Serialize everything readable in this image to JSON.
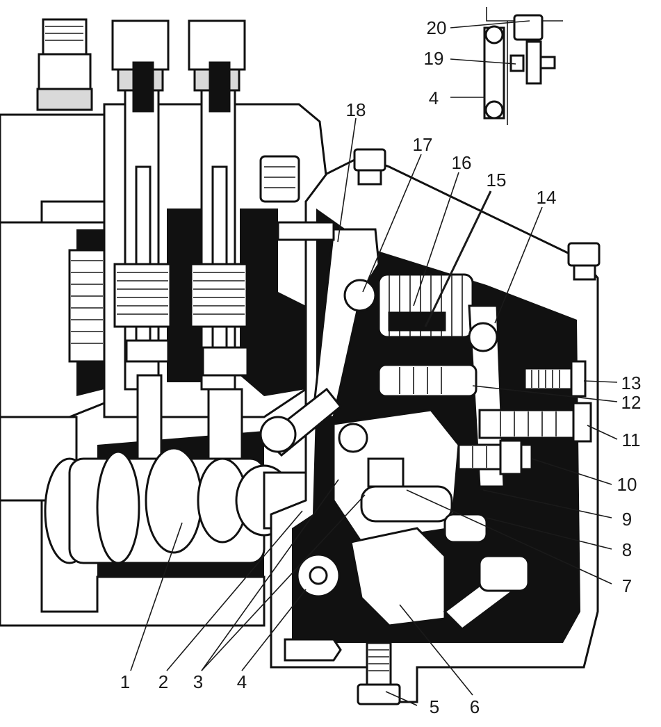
{
  "figure": {
    "description_free": true,
    "colors": {
      "ink": "#111111",
      "paper": "#ffffff",
      "shade": "#d9d9d9"
    }
  },
  "callouts": [
    {
      "id": "1",
      "label": "1"
    },
    {
      "id": "2",
      "label": "2"
    },
    {
      "id": "3",
      "label": "3"
    },
    {
      "id": "4",
      "label": "4"
    },
    {
      "id": "5",
      "label": "5"
    },
    {
      "id": "6",
      "label": "6"
    },
    {
      "id": "7",
      "label": "7"
    },
    {
      "id": "8",
      "label": "8"
    },
    {
      "id": "9",
      "label": "9"
    },
    {
      "id": "10",
      "label": "10"
    },
    {
      "id": "11",
      "label": "11"
    },
    {
      "id": "12",
      "label": "12"
    },
    {
      "id": "13",
      "label": "13"
    },
    {
      "id": "14",
      "label": "14"
    },
    {
      "id": "15",
      "label": "15"
    },
    {
      "id": "16",
      "label": "16"
    },
    {
      "id": "17",
      "label": "17"
    },
    {
      "id": "18",
      "label": "18"
    },
    {
      "id": "19",
      "label": "19"
    },
    {
      "id": "20",
      "label": "20"
    },
    {
      "id": "4b",
      "label": "4"
    }
  ]
}
